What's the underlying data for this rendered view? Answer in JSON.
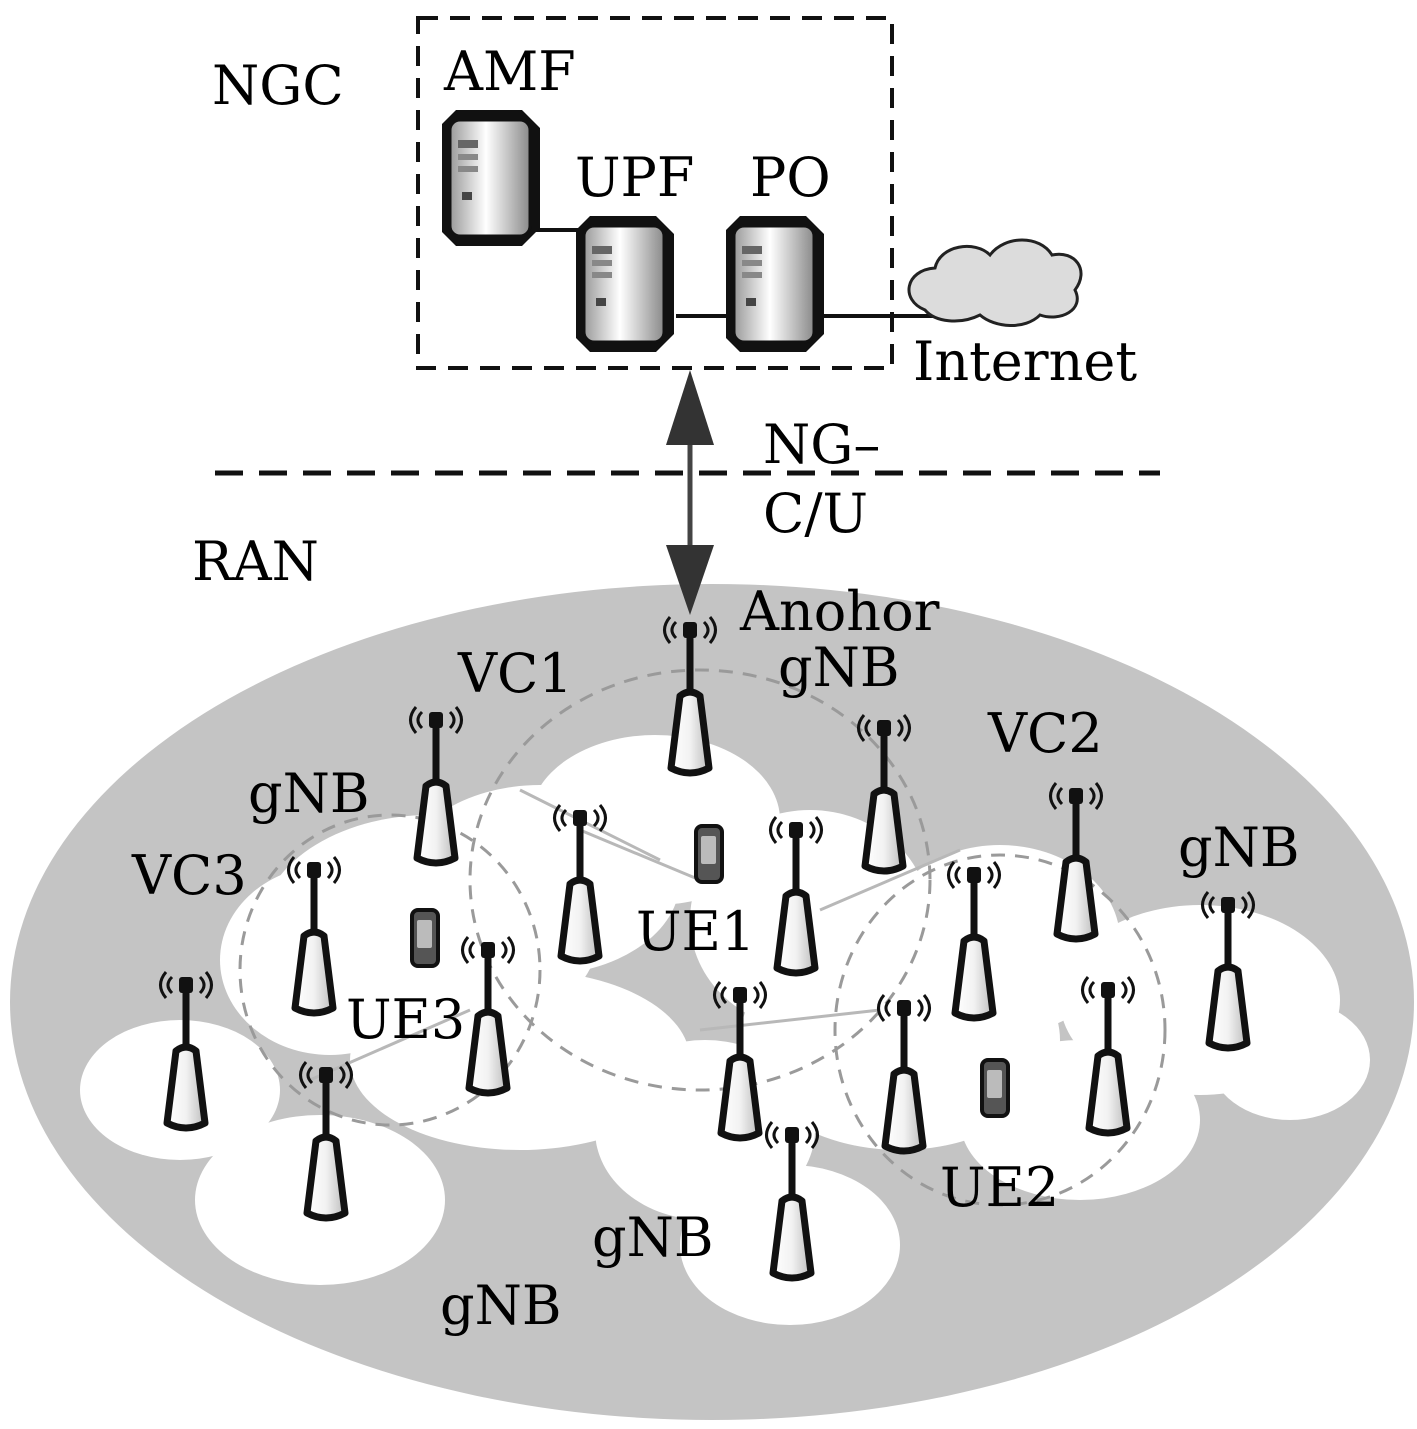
{
  "core": {
    "label": "NGC",
    "amf": "AMF",
    "upf": "UPF",
    "po": "PO",
    "internet": "Internet"
  },
  "interface": {
    "line1": "NG–",
    "line2": "C/U"
  },
  "ran": {
    "label": "RAN",
    "anchor_line1": "Anohor",
    "anchor_line2": "gNB",
    "vc1": "VC1",
    "vc2": "VC2",
    "vc3": "VC3",
    "ue1": "UE1",
    "ue2": "UE2",
    "ue3": "UE3",
    "gnb_labels": [
      "gNB",
      "gNB",
      "gNB",
      "gNB"
    ]
  },
  "colors": {
    "ran_fill": "#c4c4c4",
    "cell_fill": "#ffffff",
    "cloud_fill": "#dcdcdc",
    "line": "#1a1a1a",
    "dashed_ring": "#9a9a9a"
  }
}
